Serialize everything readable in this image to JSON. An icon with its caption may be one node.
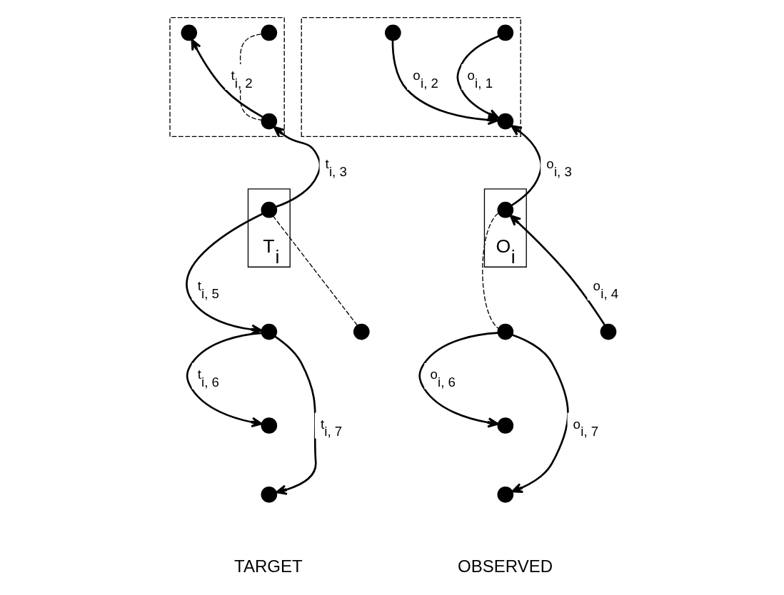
{
  "diagram": {
    "nodes": [
      {
        "text": [],
        "shape": "box"
      },
      {
        "text": [],
        "shape": "circle",
        "in": 0
      },
      {
        "text": [],
        "shape": "circle",
        "in": 0
      },
      {
        "text": [],
        "shape": "circle",
        "in": 0
      },
      {
        "text": [
          "T$_{i}$"
        ]
      },
      {
        "text": [],
        "shape": "circle",
        "in": 4
      },
      {
        "text": [],
        "shape": "circle"
      },
      {
        "text": [],
        "shape": "circle"
      },
      {
        "text": [],
        "shape": "circle"
      },
      {
        "text": [],
        "shape": "circle"
      },
      {
        "text": [],
        "shape": "box"
      },
      {
        "text": [],
        "shape": "circle",
        "in": 10
      },
      {
        "text": [],
        "shape": "circle",
        "in": 10
      },
      {
        "text": [],
        "shape": "circle",
        "in": 10
      },
      {
        "text": [
          "O$_{i}$"
        ]
      },
      {
        "text": [],
        "shape": "circle",
        "in": 14
      },
      {
        "text": [],
        "shape": "circle"
      },
      {
        "text": [],
        "shape": "circle"
      },
      {
        "text": [],
        "shape": "circle"
      },
      {
        "text": [],
        "shape": "circle"
      }
    ],
    "edges": [
      {
        "from": 1,
        "to": 3,
        "arrow": "none",
        "style": "dashed"
      },
      {
        "from": 3,
        "to": 2,
        "arrow": "to",
        "label": "t$_{i, 2}$"
      },
      {
        "from": 5,
        "to": 3,
        "arrow": "to",
        "label": "t$_{i, 3}$"
      },
      {
        "from": 6,
        "to": 5,
        "arrow": "none",
        "style": "dashed"
      },
      {
        "from": 5,
        "to": 7,
        "arrow": "to",
        "label": "t$_{i, 5}$"
      },
      {
        "from": 7,
        "to": 8,
        "arrow": "to",
        "label": "t$_{i, 6}$"
      },
      {
        "from": 7,
        "to": 9,
        "arrow": "to",
        "label": "t$_{i, 7}$"
      },
      {
        "from": 11,
        "to": 13,
        "arrow": "to",
        "label": "o$_{i, 1}$"
      },
      {
        "from": 12,
        "to": 13,
        "arrow": "to",
        "label": "o$_{i, 2}$"
      },
      {
        "from": 15,
        "to": 13,
        "arrow": "to",
        "label": "o$_{i, 3}$"
      },
      {
        "from": 16,
        "to": 15,
        "arrow": "to",
        "label": "o$_{i, 4}$"
      },
      {
        "from": 15,
        "to": 17,
        "arrow": "none",
        "style": "dashed"
      },
      {
        "from": 17,
        "to": 18,
        "arrow": "to",
        "label": "o$_{i, 6}$"
      },
      {
        "from": 17,
        "to": 19,
        "arrow": "to",
        "label": "o$_{i, 7}$"
      }
    ],
    "labels": [
      "TARGET",
      "OBSERVED"
    ]
  }
}
